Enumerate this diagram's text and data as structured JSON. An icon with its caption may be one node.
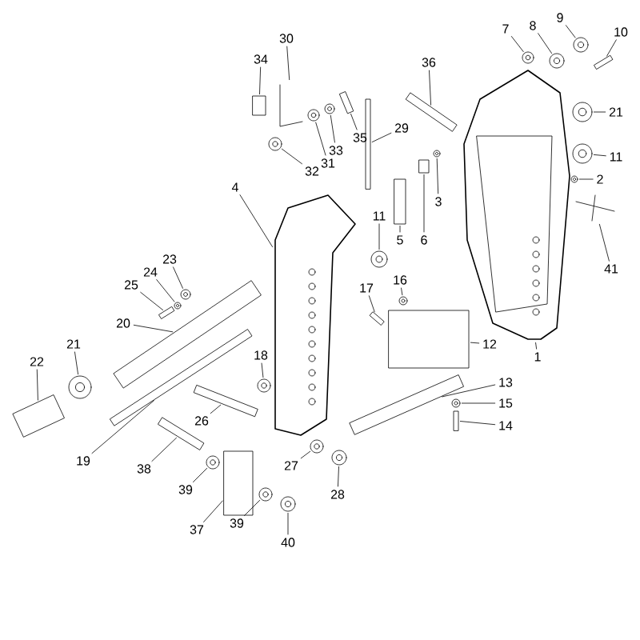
{
  "diagram": {
    "nodes": [
      {
        "text": [
          "30"
        ]
      },
      {
        "text": [
          "34"
        ]
      },
      {
        "text": [
          "36"
        ]
      },
      {
        "text": [
          "7"
        ]
      },
      {
        "text": [
          "8"
        ]
      },
      {
        "text": [
          "9"
        ]
      },
      {
        "text": [
          "10"
        ]
      },
      {
        "text": [
          "29"
        ]
      },
      {
        "text": [
          "35"
        ]
      },
      {
        "text": [
          "33"
        ]
      },
      {
        "text": [
          "31"
        ]
      },
      {
        "text": [
          "32"
        ]
      },
      {
        "text": [
          "21"
        ]
      },
      {
        "text": [
          "11"
        ]
      },
      {
        "text": [
          "2"
        ]
      },
      {
        "text": [
          "4"
        ]
      },
      {
        "text": [
          "3"
        ]
      },
      {
        "text": [
          "5"
        ]
      },
      {
        "text": [
          "6"
        ]
      },
      {
        "text": [
          "11"
        ]
      },
      {
        "text": [
          "41"
        ]
      },
      {
        "text": [
          "23"
        ]
      },
      {
        "text": [
          "24"
        ]
      },
      {
        "text": [
          "25"
        ]
      },
      {
        "text": [
          "17"
        ]
      },
      {
        "text": [
          "16"
        ]
      },
      {
        "text": [
          "20"
        ]
      },
      {
        "text": [
          "12"
        ]
      },
      {
        "text": [
          "1"
        ]
      },
      {
        "text": [
          "21"
        ]
      },
      {
        "text": [
          "22"
        ]
      },
      {
        "text": [
          "18"
        ]
      },
      {
        "text": [
          "13"
        ]
      },
      {
        "text": [
          "15"
        ]
      },
      {
        "text": [
          "26"
        ]
      },
      {
        "text": [
          "14"
        ]
      },
      {
        "text": [
          "19"
        ]
      },
      {
        "text": [
          "27"
        ]
      },
      {
        "text": [
          "38"
        ]
      },
      {
        "text": [
          "39"
        ]
      },
      {
        "text": [
          "28"
        ]
      },
      {
        "text": [
          "37"
        ]
      },
      {
        "text": [
          "39"
        ]
      },
      {
        "text": [
          "40"
        ]
      },
      {
        "text": [],
        "shape": "picture"
      },
      {
        "text": [],
        "shape": "box"
      },
      {
        "text": [],
        "shape": "bar"
      },
      {
        "text": [],
        "shape": "circle"
      },
      {
        "text": [],
        "shape": "circle"
      },
      {
        "text": [],
        "shape": "circle"
      },
      {
        "text": [],
        "shape": "bar"
      },
      {
        "text": [],
        "shape": "bar"
      },
      {
        "text": [],
        "shape": "bar"
      },
      {
        "text": [],
        "shape": "circle"
      },
      {
        "text": [],
        "shape": "circle"
      },
      {
        "text": [],
        "shape": "circle"
      },
      {
        "text": [],
        "shape": "circle"
      },
      {
        "text": [],
        "shape": "circle"
      },
      {
        "text": [],
        "shape": "circle"
      },
      {
        "text": [],
        "shape": "picture"
      },
      {
        "text": [],
        "shape": "circle"
      },
      {
        "text": [],
        "shape": "box"
      },
      {
        "text": [],
        "shape": "box"
      },
      {
        "text": [],
        "shape": "circle"
      },
      {
        "text": [],
        "shape": "picture"
      },
      {
        "text": [],
        "shape": "circle"
      },
      {
        "text": [],
        "shape": "circle"
      },
      {
        "text": [],
        "shape": "bar"
      },
      {
        "text": [],
        "shape": "bar"
      },
      {
        "text": [],
        "shape": "circle"
      },
      {
        "text": [],
        "shape": "bar"
      },
      {
        "text": [],
        "shape": "box"
      },
      {
        "text": [],
        "shape": "picture"
      },
      {
        "text": [],
        "shape": "circle"
      },
      {
        "text": [],
        "shape": "box"
      },
      {
        "text": [],
        "shape": "circle"
      },
      {
        "text": [],
        "shape": "bar"
      },
      {
        "text": [],
        "shape": "circle"
      },
      {
        "text": [],
        "shape": "bar"
      },
      {
        "text": [],
        "shape": "bar"
      },
      {
        "text": [],
        "shape": "bar"
      },
      {
        "text": [],
        "shape": "circle"
      },
      {
        "text": [],
        "shape": "bar"
      },
      {
        "text": [],
        "shape": "circle"
      },
      {
        "text": [],
        "shape": "circle"
      },
      {
        "text": [],
        "shape": "box"
      },
      {
        "text": [],
        "shape": "circle"
      },
      {
        "text": [],
        "shape": "circle"
      }
    ],
    "edges": [
      {
        "from": 0,
        "to": 44,
        "arrow": "none"
      },
      {
        "from": 1,
        "to": 45,
        "arrow": "none"
      },
      {
        "from": 2,
        "to": 46,
        "arrow": "none"
      },
      {
        "from": 3,
        "to": 47,
        "arrow": "none"
      },
      {
        "from": 4,
        "to": 48,
        "arrow": "none"
      },
      {
        "from": 5,
        "to": 49,
        "arrow": "none"
      },
      {
        "from": 6,
        "to": 50,
        "arrow": "none"
      },
      {
        "from": 7,
        "to": 51,
        "arrow": "none"
      },
      {
        "from": 8,
        "to": 52,
        "arrow": "none"
      },
      {
        "from": 9,
        "to": 53,
        "arrow": "none"
      },
      {
        "from": 10,
        "to": 54,
        "arrow": "none"
      },
      {
        "from": 11,
        "to": 55,
        "arrow": "none"
      },
      {
        "from": 12,
        "to": 56,
        "arrow": "none"
      },
      {
        "from": 13,
        "to": 57,
        "arrow": "none"
      },
      {
        "from": 14,
        "to": 58,
        "arrow": "none"
      },
      {
        "from": 15,
        "to": 59,
        "arrow": "none"
      },
      {
        "from": 16,
        "to": 60,
        "arrow": "none"
      },
      {
        "from": 17,
        "to": 61,
        "arrow": "none"
      },
      {
        "from": 18,
        "to": 62,
        "arrow": "none"
      },
      {
        "from": 19,
        "to": 63,
        "arrow": "none"
      },
      {
        "from": 20,
        "to": 64,
        "arrow": "none"
      },
      {
        "from": 21,
        "to": 65,
        "arrow": "none"
      },
      {
        "from": 22,
        "to": 66,
        "arrow": "none"
      },
      {
        "from": 23,
        "to": 67,
        "arrow": "none"
      },
      {
        "from": 24,
        "to": 68,
        "arrow": "none"
      },
      {
        "from": 25,
        "to": 69,
        "arrow": "none"
      },
      {
        "from": 26,
        "to": 70,
        "arrow": "none"
      },
      {
        "from": 27,
        "to": 71,
        "arrow": "none"
      },
      {
        "from": 28,
        "to": 72,
        "arrow": "none"
      },
      {
        "from": 29,
        "to": 73,
        "arrow": "none"
      },
      {
        "from": 30,
        "to": 74,
        "arrow": "none"
      },
      {
        "from": 31,
        "to": 75,
        "arrow": "none"
      },
      {
        "from": 32,
        "to": 76,
        "arrow": "none"
      },
      {
        "from": 33,
        "to": 77,
        "arrow": "none"
      },
      {
        "from": 34,
        "to": 78,
        "arrow": "none"
      },
      {
        "from": 35,
        "to": 79,
        "arrow": "none"
      },
      {
        "from": 36,
        "to": 80,
        "arrow": "none"
      },
      {
        "from": 37,
        "to": 81,
        "arrow": "none"
      },
      {
        "from": 38,
        "to": 82,
        "arrow": "none"
      },
      {
        "from": 39,
        "to": 83,
        "arrow": "none"
      },
      {
        "from": 40,
        "to": 84,
        "arrow": "none"
      },
      {
        "from": 41,
        "to": 85,
        "arrow": "none"
      },
      {
        "from": 42,
        "to": 86,
        "arrow": "none"
      },
      {
        "from": 43,
        "to": 87,
        "arrow": "none"
      }
    ]
  }
}
